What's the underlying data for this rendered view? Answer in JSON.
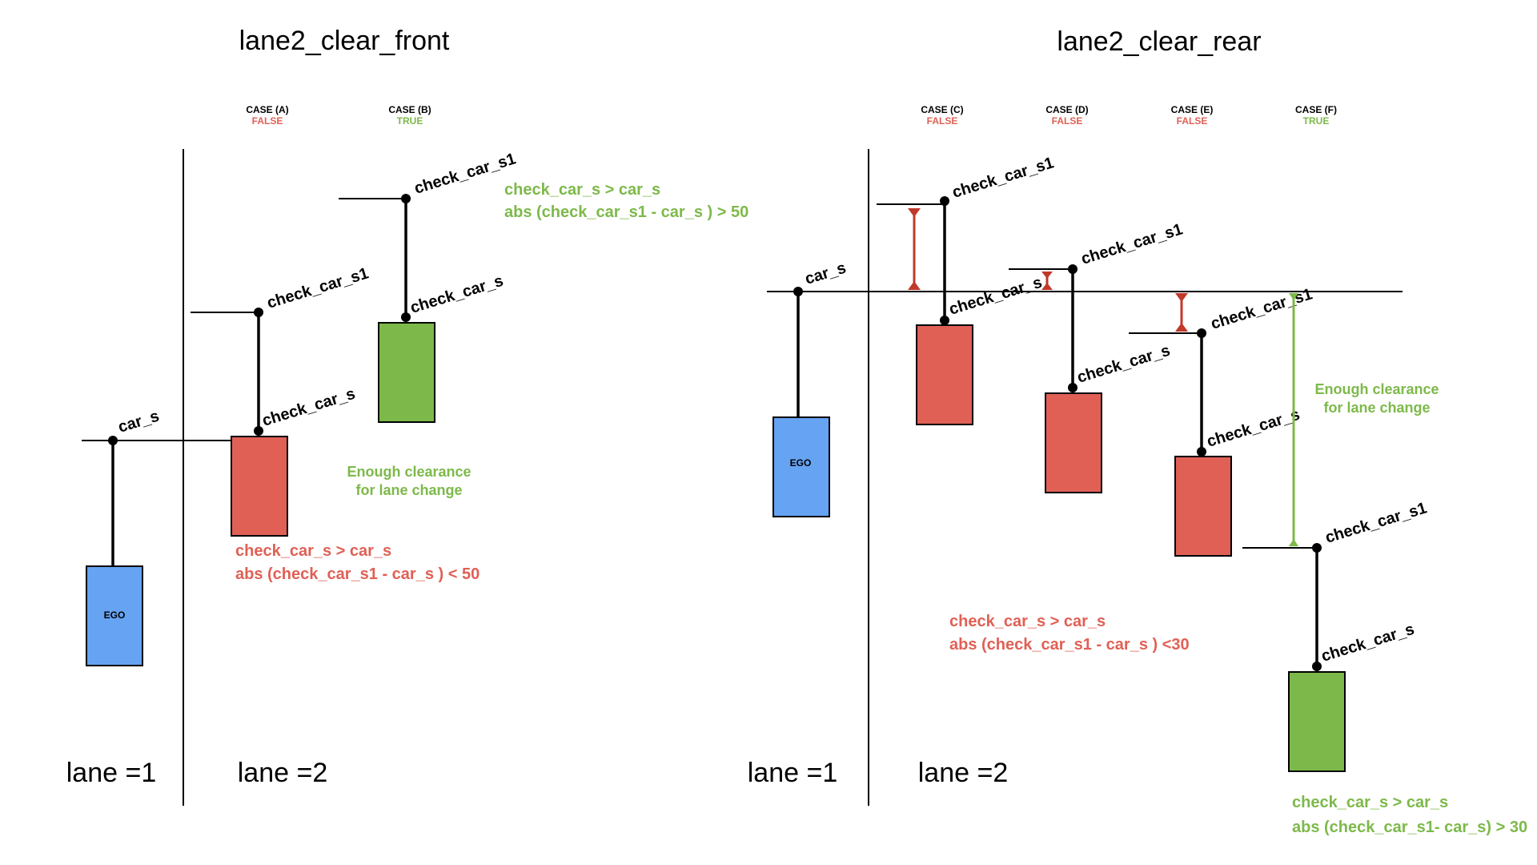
{
  "colors": {
    "red": "#e06055",
    "green": "#7db94a",
    "blue": "#66a3f2",
    "dark_red": "#c0392b"
  },
  "left": {
    "title": "lane2_clear_front",
    "case_a": {
      "name": "CASE (A)",
      "result": "FALSE"
    },
    "case_b": {
      "name": "CASE (B)",
      "result": "TRUE"
    },
    "ego_label": "EGO",
    "car_s": "car_s",
    "a_check_s": "check_car_s",
    "a_check_s1": "check_car_s1",
    "b_check_s": "check_car_s",
    "b_check_s1": "check_car_s1",
    "green_cond_1": "check_car_s > car_s",
    "green_cond_2": "abs (check_car_s1 - car_s ) > 50",
    "clearance_1": "Enough clearance",
    "clearance_2": "for lane change",
    "red_cond_1": "check_car_s > car_s",
    "red_cond_2": "abs (check_car_s1 - car_s ) < 50",
    "lane1": "lane =1",
    "lane2": "lane =2"
  },
  "right": {
    "title": "lane2_clear_rear",
    "case_c": {
      "name": "CASE (C)",
      "result": "FALSE"
    },
    "case_d": {
      "name": "CASE (D)",
      "result": "FALSE"
    },
    "case_e": {
      "name": "CASE (E)",
      "result": "FALSE"
    },
    "case_f": {
      "name": "CASE (F)",
      "result": "TRUE"
    },
    "ego_label": "EGO",
    "car_s": "car_s",
    "c_check_s": "check_car_s",
    "c_check_s1": "check_car_s1",
    "d_check_s": "check_car_s",
    "d_check_s1": "check_car_s1",
    "e_check_s": "check_car_s",
    "e_check_s1": "check_car_s1",
    "f_check_s": "check_car_s",
    "f_check_s1": "check_car_s1",
    "clearance_1": "Enough clearance",
    "clearance_2": "for lane change",
    "red_cond_1": "check_car_s > car_s",
    "red_cond_2": "abs (check_car_s1 -  car_s ) <30",
    "green_cond_1": "check_car_s > car_s",
    "green_cond_2": "abs (check_car_s1- car_s) > 30",
    "lane1": "lane =1",
    "lane2": "lane =2"
  }
}
